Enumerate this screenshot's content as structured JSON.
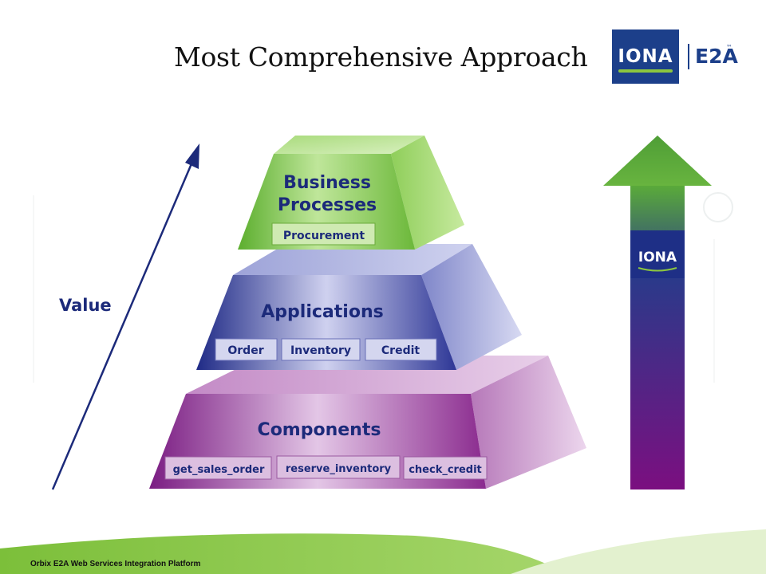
{
  "title": "Most Comprehensive Approach",
  "logo": {
    "brand": "IONA",
    "product": "E2A",
    "tm": "™"
  },
  "value_label": "Value",
  "pyramid": {
    "top": {
      "title_line1": "Business",
      "title_line2": "Processes",
      "items": [
        "Procurement"
      ]
    },
    "middle": {
      "title": "Applications",
      "items": [
        "Order",
        "Inventory",
        "Credit"
      ]
    },
    "bottom": {
      "title": "Components",
      "items": [
        "get_sales_order",
        "reserve_inventory",
        "check_credit"
      ]
    }
  },
  "side_arrow": {
    "label": "IONA"
  },
  "footer": "Orbix E2A Web Services Integration Platform",
  "colors": {
    "navy": "#1c2a7a",
    "green": "#7cc243",
    "blue_tier": "#3a3f9a",
    "purple_tier": "#8a2a8e",
    "footer_green": "#8cc63f"
  }
}
